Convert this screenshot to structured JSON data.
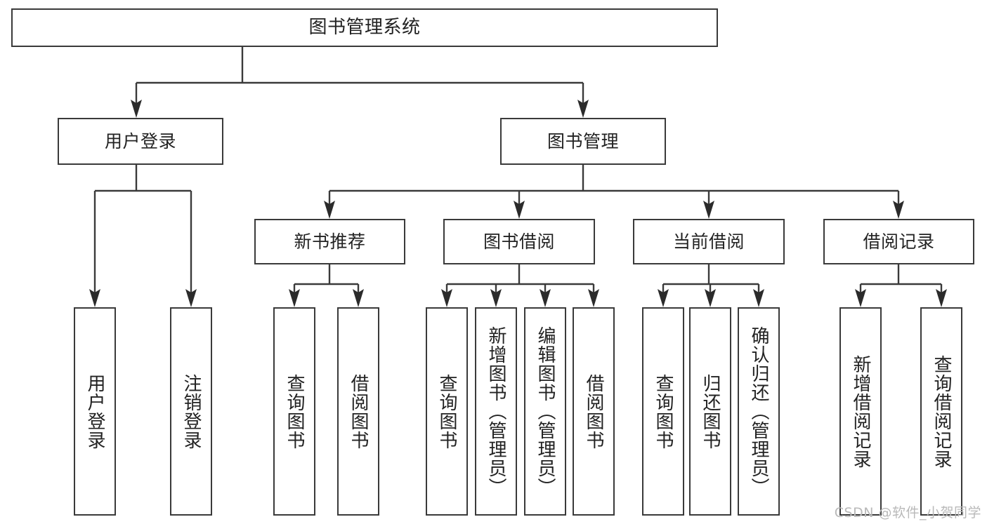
{
  "diagram": {
    "title": "图书管理系统",
    "type": "tree",
    "root": {
      "label": "图书管理系统"
    },
    "level2": [
      {
        "label": "用户登录"
      },
      {
        "label": "图书管理"
      }
    ],
    "level3": [
      {
        "label": "新书推荐"
      },
      {
        "label": "图书借阅"
      },
      {
        "label": "当前借阅"
      },
      {
        "label": "借阅记录"
      }
    ],
    "leaves": {
      "user_login": [
        {
          "label": "用户登录"
        },
        {
          "label": "注销登录"
        }
      ],
      "new_book_recommend": [
        {
          "label": "查询图书"
        },
        {
          "label": "借阅图书"
        }
      ],
      "book_borrow": [
        {
          "label": "查询图书"
        },
        {
          "label": "新增图书（管理员）"
        },
        {
          "label": "编辑图书（管理员）"
        },
        {
          "label": "借阅图书"
        }
      ],
      "current_borrow": [
        {
          "label": "查询图书"
        },
        {
          "label": "归还图书"
        },
        {
          "label": "确认归还（管理员）"
        }
      ],
      "borrow_record": [
        {
          "label": "新增借阅记录"
        },
        {
          "label": "查询借阅记录"
        }
      ]
    }
  },
  "watermark": {
    "text": "CSDN @软件_小贺同学"
  },
  "colors": {
    "stroke": "#3a3a3a",
    "background": "#ffffff",
    "text": "#222222",
    "watermark": "#b9b9b9"
  }
}
